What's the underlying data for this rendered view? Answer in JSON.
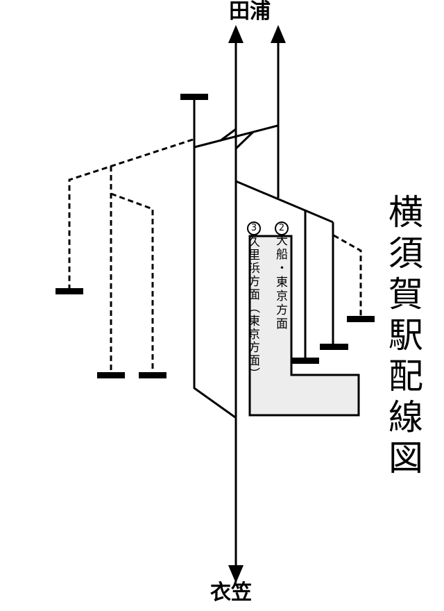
{
  "diagram": {
    "title": "横須賀駅配線図",
    "stations": {
      "top": "田浦",
      "bottom": "衣笠"
    },
    "platforms": {
      "p3": {
        "number": "3",
        "direction": "久里浜方面（東京方面）"
      },
      "p2": {
        "number": "2",
        "direction": "大船・東京方面"
      }
    },
    "icons": {
      "up_arrow": "↑",
      "down_arrow": "↓",
      "track_end_marker": "⊥"
    },
    "colors": {
      "line": "#000000",
      "background": "#ffffff",
      "platform_fill": "#ededed"
    }
  }
}
